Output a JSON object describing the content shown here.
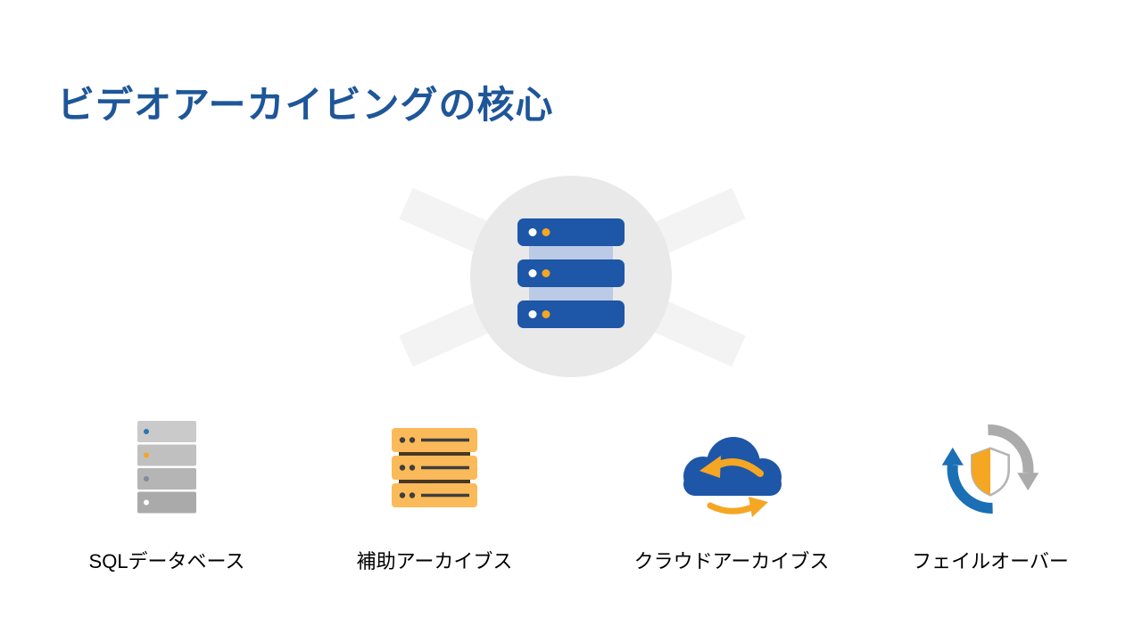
{
  "slide": {
    "title": "ビデオアーカイビングの核心",
    "background": "#FFFFFF"
  },
  "hero": {
    "icon": "server-stack-icon"
  },
  "items": [
    {
      "icon": "sql-database-icon",
      "label": "SQLデータベース"
    },
    {
      "icon": "archive-stack-icon",
      "label": "補助アーカイブス"
    },
    {
      "icon": "cloud-archive-icon",
      "label": "クラウドアーカイブス"
    },
    {
      "icon": "failover-icon",
      "label": "フェイルオーバー"
    }
  ],
  "colors": {
    "title_blue": "#1E5699",
    "server_blue": "#1E56A8",
    "connector_light_blue": "#BBCBE5",
    "accent_orange": "#F5A623",
    "archive_orange": "#FBBA59",
    "archive_dark": "#473823",
    "circle_gray": "#E9E9E9",
    "watermark_gray": "#F3F3F3",
    "tower_gray": "#BDBDBD",
    "failover_blue": "#1B6FB5",
    "failover_gray": "#ABABAB",
    "label_black": "#000000"
  }
}
